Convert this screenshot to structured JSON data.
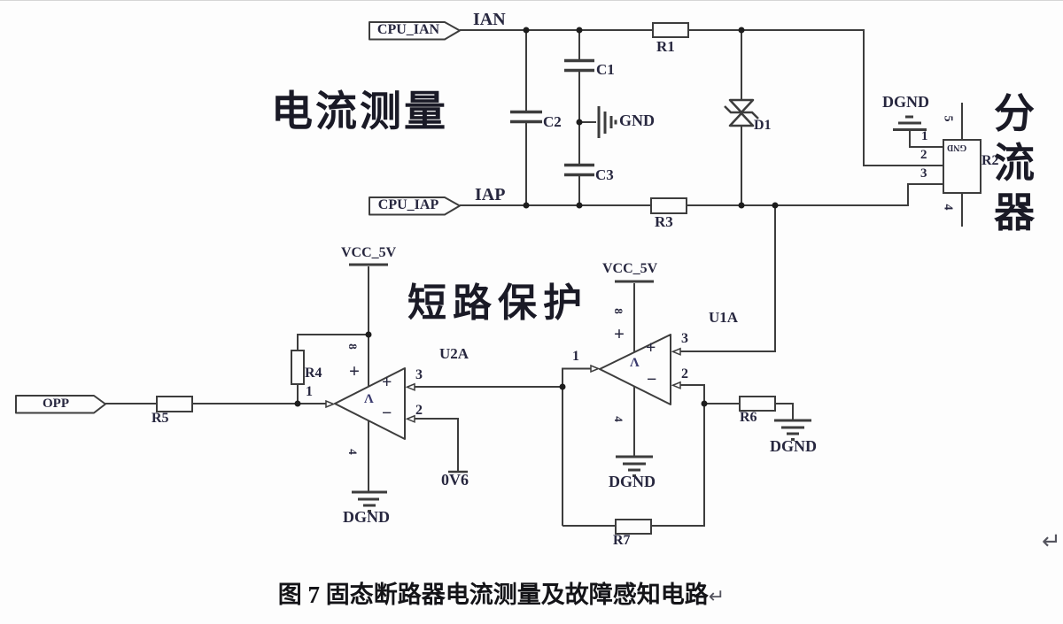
{
  "titles": {
    "current_measurement": "电流测量",
    "short_circuit_protection": "短路保护",
    "shunt_char_1": "分",
    "shunt_char_2": "流",
    "shunt_char_3": "器"
  },
  "caption": {
    "text": "图 7 固态断路器电流测量及故障感知电路",
    "return_mark": "↵",
    "page_return_mark": "↵"
  },
  "nets": {
    "cpu_ian": "CPU_IAN",
    "ian": "IAN",
    "cpu_iap": "CPU_IAP",
    "iap": "IAP",
    "opp": "OPP",
    "vcc_5v": "VCC_5V",
    "v0v6": "0V6",
    "gnd": "GND",
    "dgnd": "DGND"
  },
  "components": {
    "r1": "R1",
    "r2": "R2",
    "r3": "R3",
    "r4": "R4",
    "r5": "R5",
    "r6": "R6",
    "r7": "R7",
    "c1": "C1",
    "c2": "C2",
    "c3": "C3",
    "d1": "D1",
    "u1a": "U1A",
    "u2a": "U2A",
    "r2_pin_name_gnd": "GND"
  },
  "pins": {
    "n1": "1",
    "n2": "2",
    "n3": "3",
    "n4": "4",
    "n5": "5",
    "n8": "8",
    "plus": "+",
    "minus": "−",
    "amp_mark": "Λ"
  }
}
